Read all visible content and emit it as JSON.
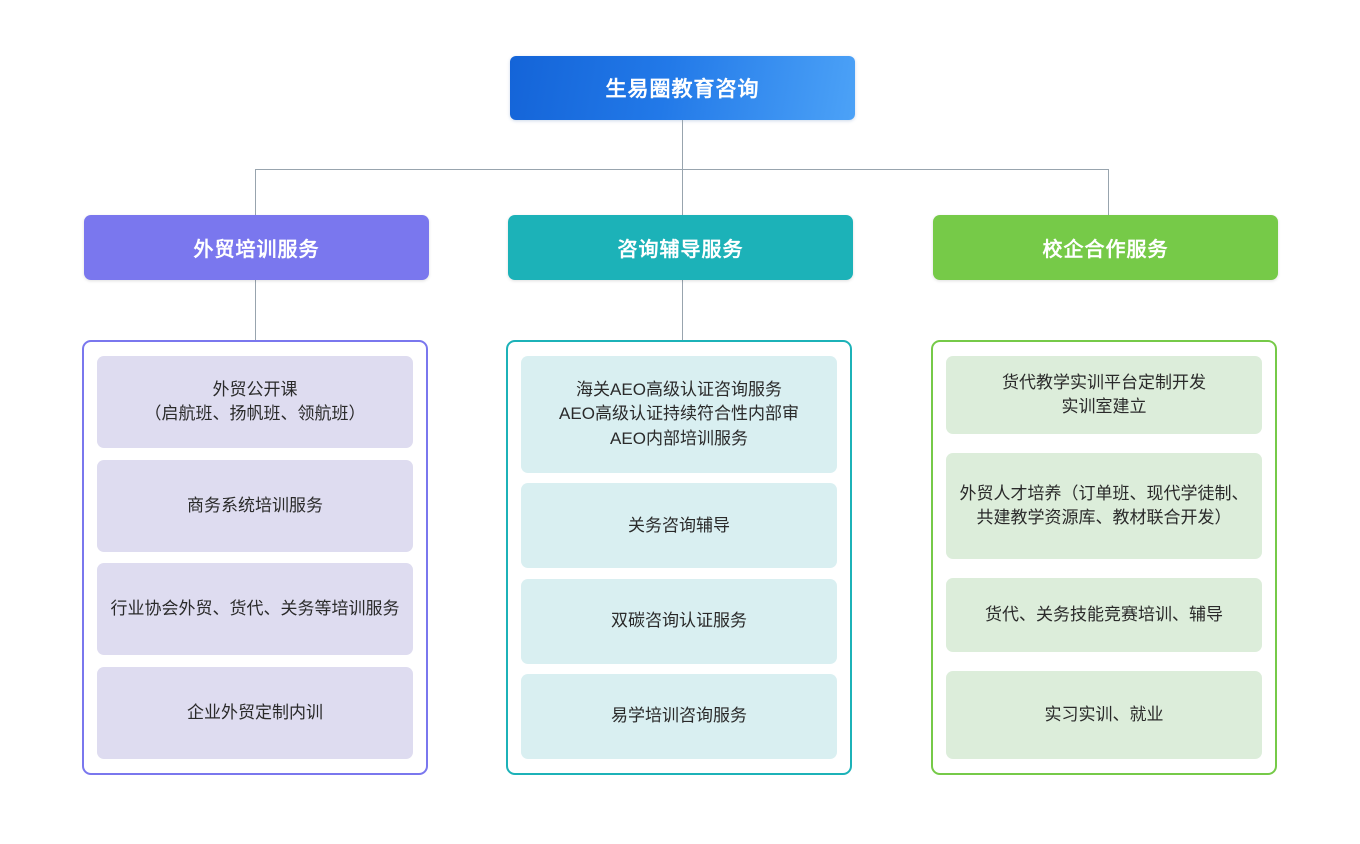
{
  "root": {
    "label": "生易圈教育咨询",
    "color": "#2279e8"
  },
  "columns": [
    {
      "header": "外贸培训服务",
      "header_color": "#7a77ee",
      "card_color": "#dedcf0",
      "items": [
        "外贸公开课\n（启航班、扬帆班、领航班）",
        "商务系统培训服务",
        "行业协会外贸、货代、关务等培训服务",
        "企业外贸定制内训"
      ]
    },
    {
      "header": "咨询辅导服务",
      "header_color": "#1cb2b8",
      "card_color": "#d9eff1",
      "items": [
        "海关AEO高级认证咨询服务\nAEO高级认证持续符合性内部审\nAEO内部培训服务",
        "关务咨询辅导",
        "双碳咨询认证服务",
        "易学培训咨询服务"
      ]
    },
    {
      "header": "校企合作服务",
      "header_color": "#76ca48",
      "card_color": "#dcedda",
      "items": [
        "货代教学实训平台定制开发\n实训室建立",
        "外贸人才培养（订单班、现代学徒制、共建教学资源库、教材联合开发）",
        "货代、关务技能竞赛培训、辅导",
        "实习实训、就业"
      ]
    }
  ]
}
